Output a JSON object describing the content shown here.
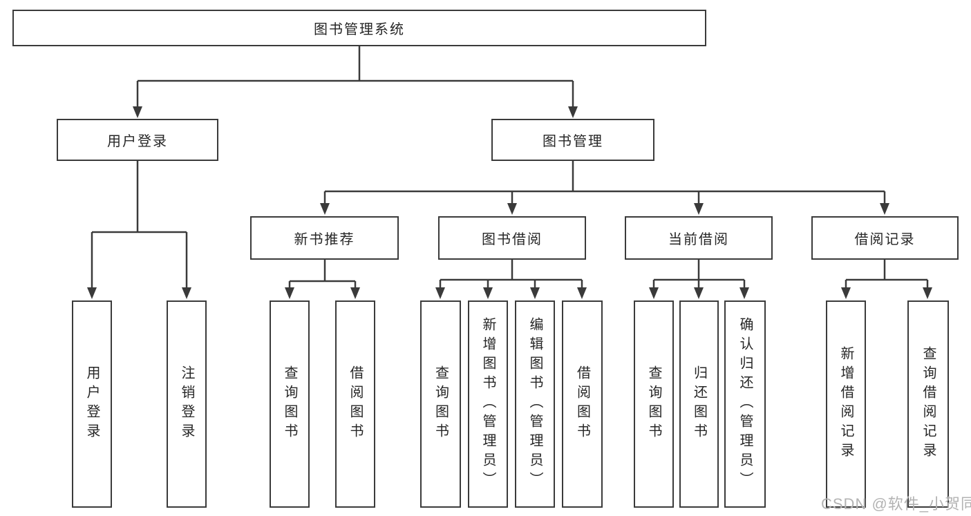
{
  "diagram": {
    "type": "hierarchy-tree",
    "watermark": "CSDN @软件_小贺同学",
    "colors": {
      "line": "#3a3a3a",
      "text": "#262626",
      "background": "#ffffff",
      "watermark": "#b3b3b3"
    },
    "tree": {
      "label": "图书管理系统",
      "children": [
        {
          "label": "用户登录",
          "children": [
            {
              "label": "用户登录"
            },
            {
              "label": "注销登录"
            }
          ]
        },
        {
          "label": "图书管理",
          "children": [
            {
              "label": "新书推荐",
              "children": [
                {
                  "label": "查询图书"
                },
                {
                  "label": "借阅图书"
                }
              ]
            },
            {
              "label": "图书借阅",
              "children": [
                {
                  "label": "查询图书"
                },
                {
                  "label": "新增图书（管理员）"
                },
                {
                  "label": "编辑图书（管理员）"
                },
                {
                  "label": "借阅图书"
                }
              ]
            },
            {
              "label": "当前借阅",
              "children": [
                {
                  "label": "查询图书"
                },
                {
                  "label": "归还图书"
                },
                {
                  "label": "确认归还（管理员）"
                }
              ]
            },
            {
              "label": "借阅记录",
              "children": [
                {
                  "label": "新增借阅记录"
                },
                {
                  "label": "查询借阅记录"
                }
              ]
            }
          ]
        }
      ]
    }
  }
}
